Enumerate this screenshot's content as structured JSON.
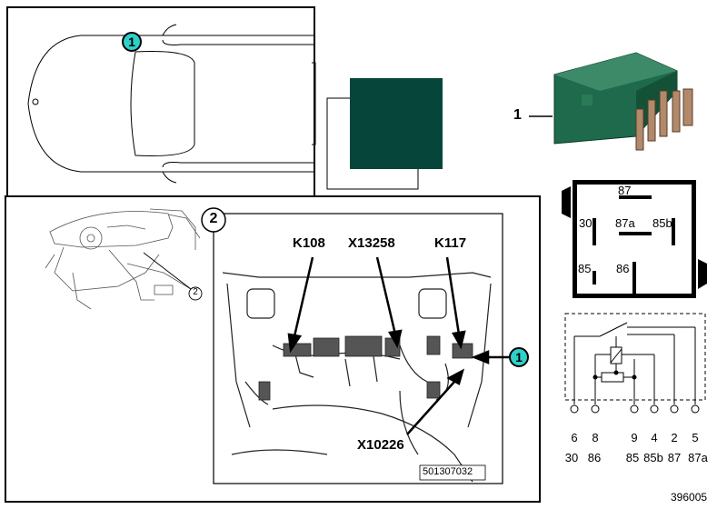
{
  "car_callout": "1",
  "swatch_color": "#06463a",
  "relay_photo": {
    "callout": "1",
    "body_color": "#1f6a4c"
  },
  "pinout": {
    "pins": [
      "87",
      "30",
      "87a",
      "85b",
      "85",
      "86"
    ]
  },
  "schematic": {
    "terminals_top": [
      "6",
      "8",
      "9",
      "4",
      "2",
      "5"
    ],
    "terminals_bottom": [
      "30",
      "86",
      "85",
      "85b",
      "87",
      "87a"
    ]
  },
  "detail": {
    "overview_callout": "2",
    "panel_callout": "2",
    "labels": {
      "k108": "K108",
      "x13258": "X13258",
      "k117": "K117",
      "x10226": "X10226"
    },
    "relay_callout": "1",
    "ref_number": "501307032"
  },
  "diagram_id": "396005"
}
